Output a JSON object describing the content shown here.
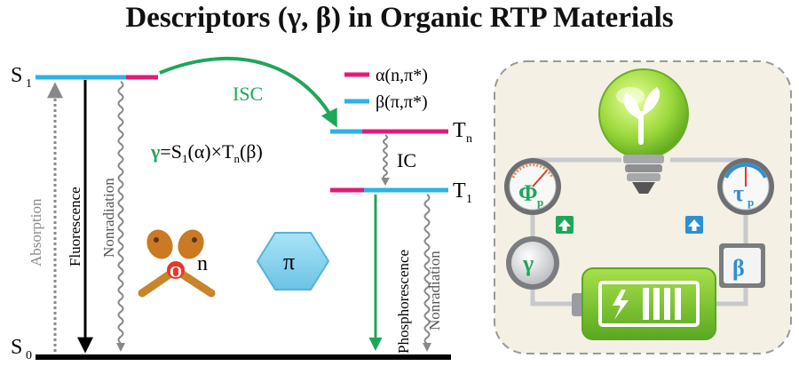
{
  "title": "Descriptors (γ, β) in Organic RTP Materials",
  "levels": {
    "s1": "S",
    "s1_sub": "1",
    "s0": "S",
    "s0_sub": "0",
    "tn": "T",
    "tn_sub": "n",
    "t1": "T",
    "t1_sub": "1"
  },
  "legend": {
    "alpha": "α(n,π*)",
    "beta": "β(π,π*)",
    "alpha_color": "#e4197a",
    "beta_color": "#2bb2e6"
  },
  "transitions": {
    "isc": "ISC",
    "ic": "IC",
    "absorption": "Absorption",
    "fluorescence": "Fluorescence",
    "nonradiation": "Nonradiation",
    "phosphorescence": "Phosphorescence",
    "nonradiation2": "Nonradiation"
  },
  "formula": {
    "gamma": "γ",
    "rhs": "=S",
    "sub1": "1",
    "mid": "(α)×T",
    "subn": "n",
    "end": "(β)"
  },
  "molecule": {
    "o_label": "O",
    "n_label": "n",
    "pi_label": "π"
  },
  "circuit": {
    "phi": "Φ",
    "phi_sub": "p",
    "tau": "τ",
    "tau_sub": "p",
    "gamma": "γ",
    "beta": "β"
  },
  "colors": {
    "green": "#1ea65a",
    "blue": "#2e8fd1",
    "bulb": "#8fd632",
    "battery": "#7cc52c"
  }
}
